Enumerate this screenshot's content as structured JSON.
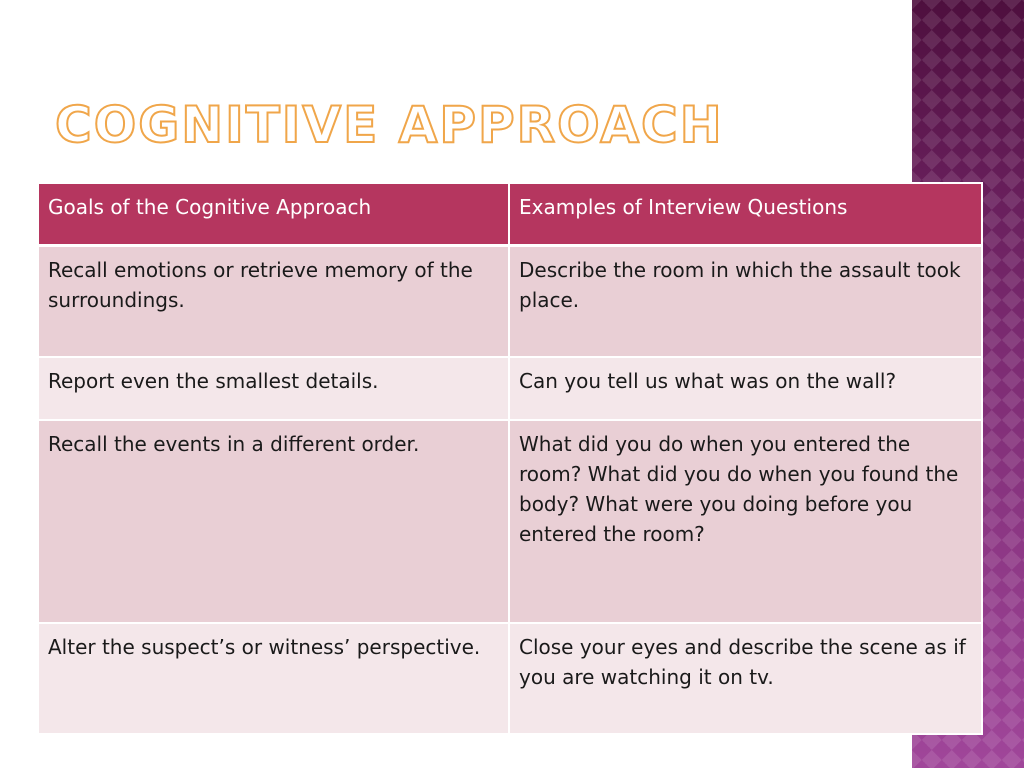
{
  "slide": {
    "title": "Cognitive Approach",
    "colors": {
      "title_outline": "#f0a64a",
      "header_bg": "#b5365f",
      "row_bg_odd": "#e9cfd5",
      "row_bg_even": "#f4e7ea",
      "side_band": "#8a2f7f"
    }
  },
  "table": {
    "headers": [
      "Goals of the Cognitive Approach",
      "Examples of Interview Questions"
    ],
    "rows": [
      {
        "goal": "Recall emotions or retrieve memory of the surroundings.",
        "example": "Describe the room in which the assault took place."
      },
      {
        "goal": "Report even the smallest details.",
        "example": "Can you tell us what was on the wall?"
      },
      {
        "goal": "Recall the events in a different order.",
        "example": "What did you do when you entered the room? What did you do when you found the body? What were you doing before you entered the room?"
      },
      {
        "goal": "Alter the suspect’s or witness’ perspective.",
        "example": "Close your eyes and describe the scene as if you are watching it on tv."
      }
    ]
  }
}
